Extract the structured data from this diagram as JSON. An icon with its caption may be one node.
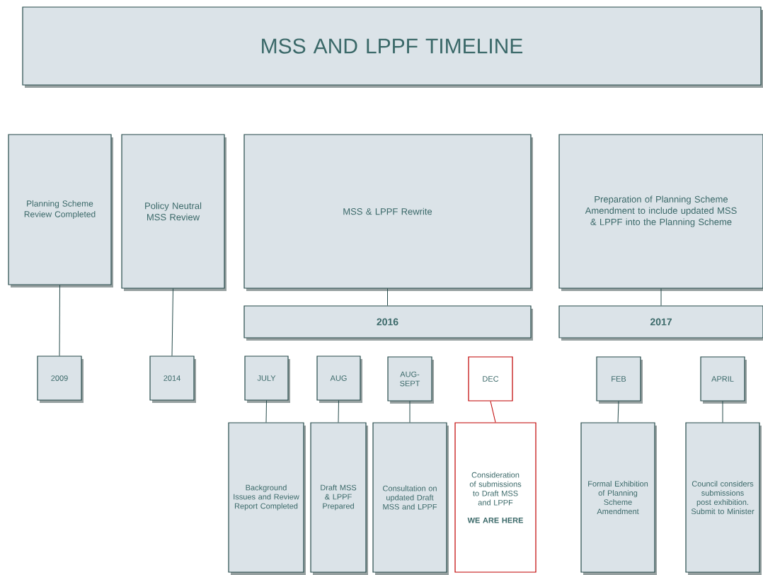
{
  "diagram": {
    "nodes": [
      {
        "text": [
          "MSS AND LPPF TIMELINE"
        ]
      },
      {
        "text": [
          "Planning Scheme Review Completed"
        ]
      },
      {
        "text": [
          "Policy Neutral MSS Review"
        ]
      },
      {
        "text": [
          "MSS & LPPF Rewrite"
        ]
      },
      {
        "text": [
          "Preparation of Planning Scheme Amendment to include updated MSS & LPPF into the Planning Scheme"
        ]
      },
      {
        "text": [
          "2016"
        ]
      },
      {
        "text": [
          "2017"
        ]
      },
      {
        "text": [
          "2009"
        ]
      },
      {
        "text": [
          "2014"
        ]
      },
      {
        "text": [
          "JULY"
        ]
      },
      {
        "text": [
          "AUG"
        ]
      },
      {
        "text": [
          "AUG- SEPT"
        ]
      },
      {
        "text": [
          "DEC"
        ]
      },
      {
        "text": [
          "FEB"
        ]
      },
      {
        "text": [
          "APRIL"
        ]
      },
      {
        "text": [
          "Background Issues and Review Report Completed"
        ]
      },
      {
        "text": [
          "Draft MSS & LPPF Prepared"
        ]
      },
      {
        "text": [
          "Consultation on updated Draft MSS and LPPF"
        ]
      },
      {
        "text": [
          "Consideration of submissions to Draft MSS and LPPF",
          "WE ARE HERE"
        ]
      },
      {
        "text": [
          "Formal Exhibition of Planning Scheme Amendment"
        ]
      },
      {
        "text": [
          "Council considers submissions post exhibition. Submit to Minister"
        ]
      }
    ],
    "edges": [
      {
        "from": 1,
        "to": 7,
        "arrow": "none"
      },
      {
        "from": 2,
        "to": 8,
        "arrow": "none"
      },
      {
        "from": 3,
        "to": 5,
        "arrow": "none"
      },
      {
        "from": 4,
        "to": 6,
        "arrow": "none"
      },
      {
        "from": 9,
        "to": 15,
        "arrow": "none"
      },
      {
        "from": 10,
        "to": 16,
        "arrow": "none"
      },
      {
        "from": 11,
        "to": 17,
        "arrow": "none"
      },
      {
        "from": 12,
        "to": 18,
        "arrow": "none",
        "color": "#c00000"
      },
      {
        "from": 13,
        "to": 19,
        "arrow": "none"
      },
      {
        "from": 14,
        "to": 20,
        "arrow": "none"
      }
    ]
  }
}
